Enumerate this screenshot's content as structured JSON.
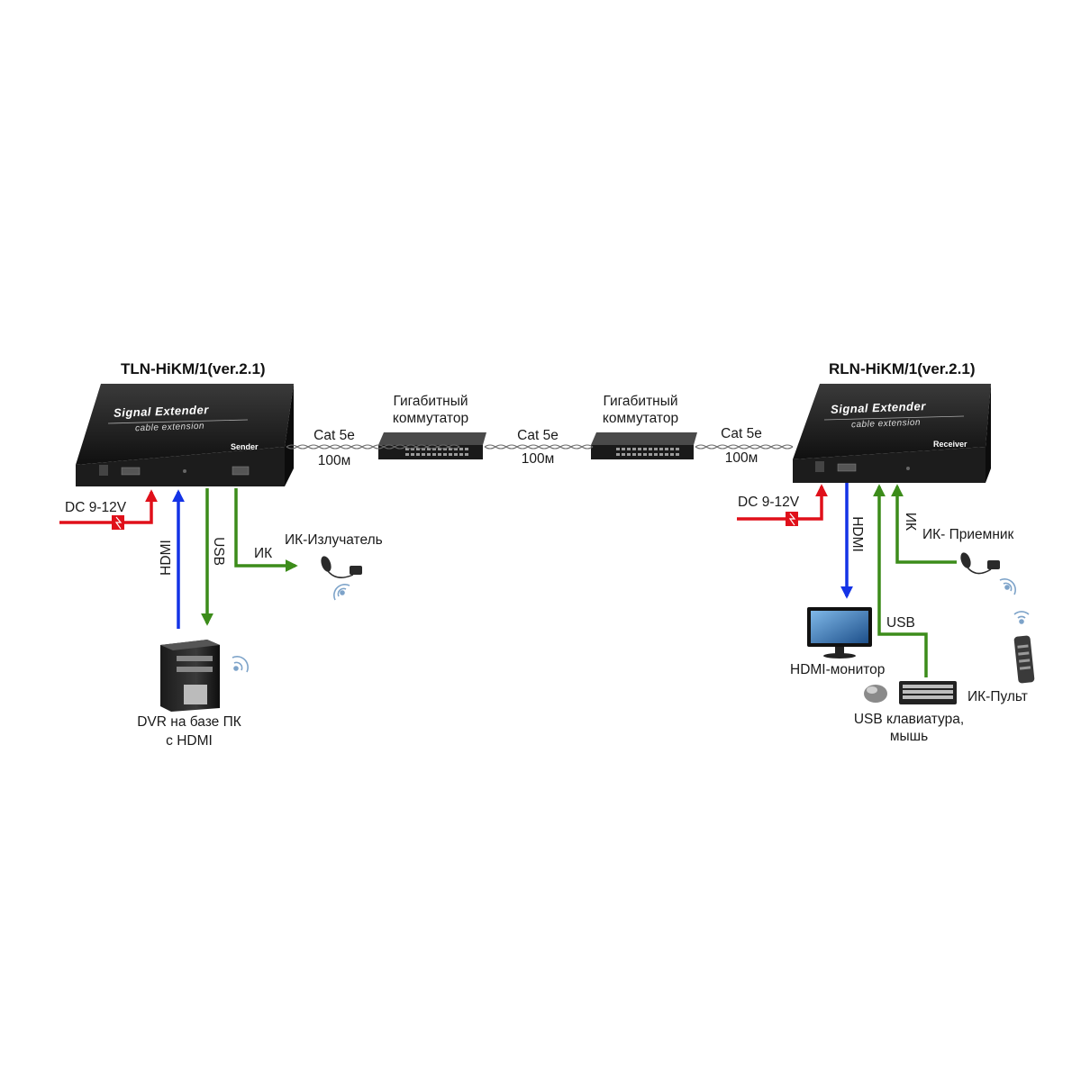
{
  "colors": {
    "power": "#e0101a",
    "hdmi": "#1433e6",
    "usb": "#3c8c1a",
    "ir": "#3c8c1a",
    "device": "#1c1c1c",
    "cable": "#555555"
  },
  "sender": {
    "title": "TLN-HiKM/1(ver.2.1)",
    "brand": "Signal Extender",
    "subtitle": "cable extension",
    "role": "Sender"
  },
  "receiver": {
    "title": "RLN-HiKM/1(ver.2.1)",
    "brand": "Signal Extender",
    "subtitle": "cable extension",
    "role": "Receiver"
  },
  "switch_left": {
    "label_line1": "Гигабитный",
    "label_line2": "коммутатор"
  },
  "switch_right": {
    "label_line1": "Гигабитный",
    "label_line2": "коммутатор"
  },
  "links": [
    {
      "type": "Cat 5e",
      "length": "100м"
    },
    {
      "type": "Cat 5e",
      "length": "100м"
    },
    {
      "type": "Cat 5e",
      "length": "100м"
    }
  ],
  "sender_side": {
    "power": "DC 9-12V",
    "hdmi": "HDMI",
    "usb": "USB",
    "ir": "ИК",
    "ir_device": "ИК-Излучатель",
    "dvr_line1": "DVR на базе ПК",
    "dvr_line2": "с HDMI"
  },
  "receiver_side": {
    "power": "DC 9-12V",
    "hdmi": "HDMI",
    "ir": "ИК",
    "ir_device": "ИК- Приемник",
    "usb": "USB",
    "monitor": "HDMI-монитор",
    "kbd_line1": "USB клавиатура,",
    "kbd_line2": "мышь",
    "remote": "ИК-Пульт"
  }
}
